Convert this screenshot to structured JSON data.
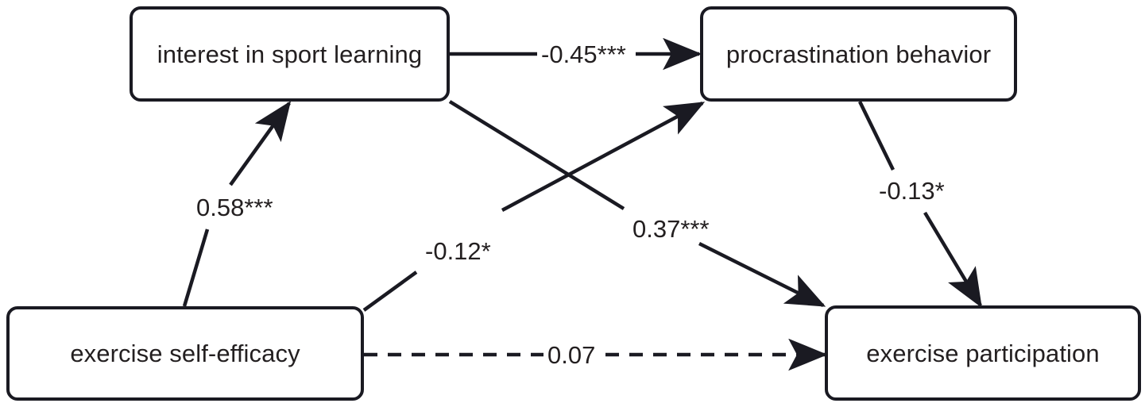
{
  "diagram": {
    "type": "path-diagram",
    "title": "",
    "nodes": [
      {
        "id": "interest",
        "label": "interest in sport learning"
      },
      {
        "id": "procrastination",
        "label": "procrastination behavior"
      },
      {
        "id": "selfefficacy",
        "label": "exercise self-efficacy"
      },
      {
        "id": "participation",
        "label": "exercise participation"
      }
    ],
    "edges": [
      {
        "id": "interest-to-procrastination",
        "from": "interest",
        "to": "procrastination",
        "coefficient": "-0.45***",
        "value": -0.45,
        "significance": "***",
        "style": "solid"
      },
      {
        "id": "selfefficacy-to-interest",
        "from": "selfefficacy",
        "to": "interest",
        "coefficient": "0.58***",
        "value": 0.58,
        "significance": "***",
        "style": "solid"
      },
      {
        "id": "selfefficacy-to-procrastination",
        "from": "selfefficacy",
        "to": "procrastination",
        "coefficient": "-0.12*",
        "value": -0.12,
        "significance": "*",
        "style": "solid"
      },
      {
        "id": "interest-to-participation",
        "from": "interest",
        "to": "participation",
        "coefficient": "0.37***",
        "value": 0.37,
        "significance": "***",
        "style": "solid"
      },
      {
        "id": "procrastination-to-participation",
        "from": "procrastination",
        "to": "participation",
        "coefficient": "-0.13*",
        "value": -0.13,
        "significance": "*",
        "style": "solid"
      },
      {
        "id": "selfefficacy-to-participation",
        "from": "selfefficacy",
        "to": "participation",
        "coefficient": "0.07",
        "value": 0.07,
        "significance": "",
        "style": "dashed"
      }
    ],
    "colors": {
      "stroke": "#1a1a22",
      "text": "#231f20",
      "background": "#ffffff"
    }
  }
}
